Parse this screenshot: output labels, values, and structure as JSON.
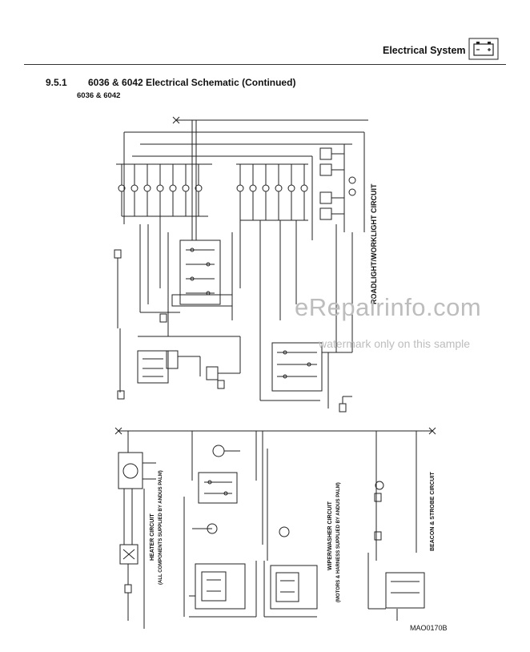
{
  "header": {
    "title": "Electrical System",
    "icon": "battery-icon"
  },
  "section": {
    "number": "9.5.1",
    "title": "6036 & 6042 Electrical Schematic (Continued)",
    "subtitle": "6036 & 6042"
  },
  "circuits": {
    "roadlight": "ROADLIGHT/WORKLIGHT CIRCUIT",
    "heater": "HEATER CIRCUIT",
    "heater_note": "(ALL COMPONENTS SUPPLIED BY ANDUS PALM)",
    "wiper": "WIPER/WASHER CIRCUIT",
    "wiper_note": "(MOTORS & HARNESS SUPPLIED BY ANDUS PALM)",
    "beacon": "BEACON & STROBE CIRCUIT"
  },
  "watermark": {
    "brand": "eRepairinfo.com",
    "note": "watermark only on this sample"
  },
  "figure_ref": "MAO0170B"
}
